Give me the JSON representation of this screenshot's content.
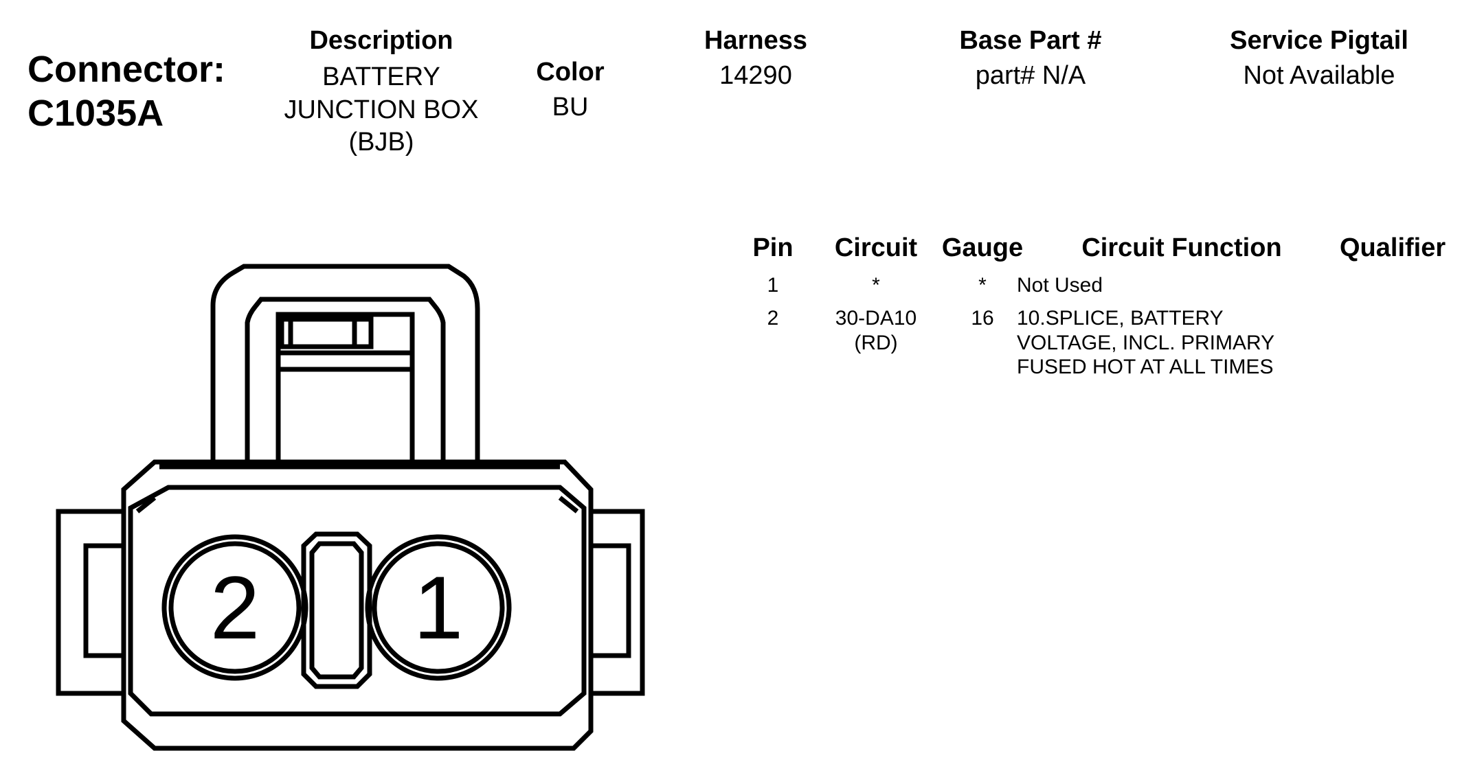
{
  "connector": {
    "label": "Connector:",
    "id": "C1035A"
  },
  "description": {
    "header": "Description",
    "lines": [
      "BATTERY",
      "JUNCTION BOX",
      "(BJB)"
    ]
  },
  "color": {
    "header": "Color",
    "value": "BU"
  },
  "harness": {
    "header": "Harness",
    "value": "14290"
  },
  "base_part": {
    "header": "Base Part #",
    "value": "part# N/A"
  },
  "service_pigtail": {
    "header": "Service Pigtail",
    "value": "Not Available"
  },
  "pin_table": {
    "headers": {
      "pin": "Pin",
      "circuit": "Circuit",
      "gauge": "Gauge",
      "function": "Circuit Function",
      "qualifier": "Qualifier"
    },
    "rows": [
      {
        "pin": "1",
        "circuit": [
          "*"
        ],
        "gauge": "*",
        "function": [
          "Not Used"
        ],
        "qualifier": ""
      },
      {
        "pin": "2",
        "circuit": [
          "30-DA10",
          "(RD)"
        ],
        "gauge": "16",
        "function": [
          "10.SPLICE, BATTERY",
          "VOLTAGE, INCL. PRIMARY",
          "FUSED HOT AT ALL TIMES"
        ],
        "qualifier": ""
      }
    ]
  },
  "drawing": {
    "cavity_labels": [
      "2",
      "1"
    ]
  }
}
